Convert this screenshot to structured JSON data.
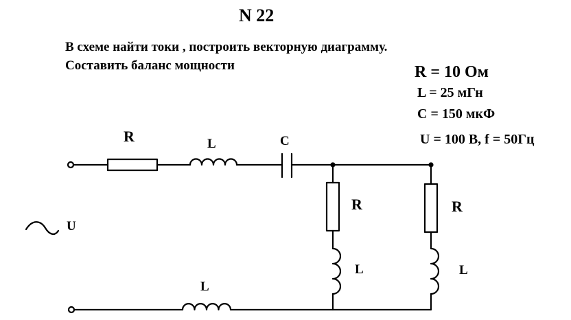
{
  "title": "N 22",
  "task": {
    "line1": "В схеме найти токи , построить векторную диаграмму.",
    "line2": "Составить баланс мощности"
  },
  "params": {
    "r": "R =  10 Ом",
    "l": "L = 25 мГн",
    "c": "C = 150 мкФ",
    "u": "U = 100 В, f = 50Гц"
  },
  "labels": {
    "r_series": "R",
    "l_series": "L",
    "c_series": "C",
    "r_branch1": "R",
    "r_branch2": "R",
    "l_branch1": "L",
    "l_branch2": "L",
    "l_bottom": "L",
    "source": "U"
  }
}
